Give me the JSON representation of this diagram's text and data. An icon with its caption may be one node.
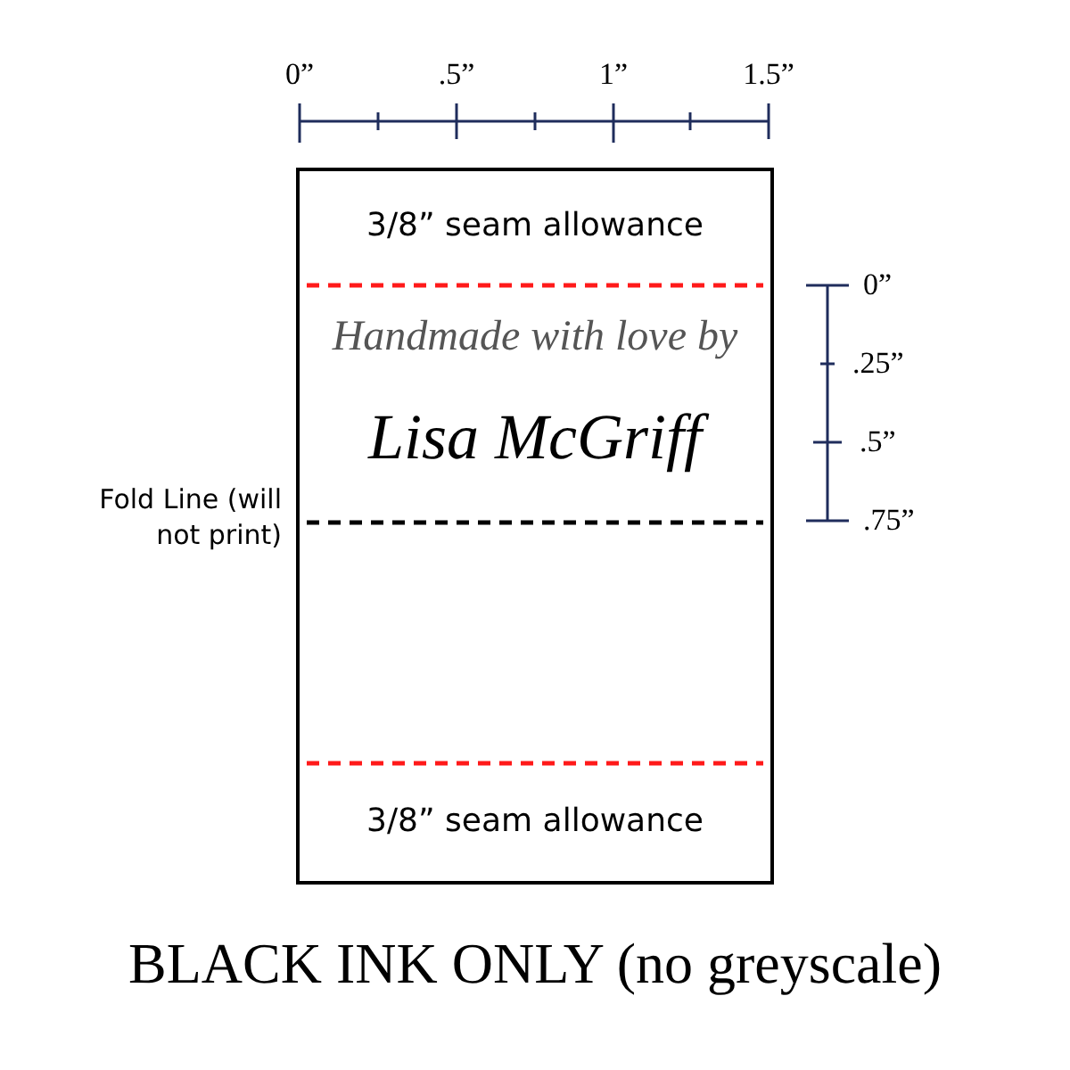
{
  "diagram": {
    "caption": "BLACK INK ONLY (no greyscale)",
    "nodes": [
      {
        "text": [
          "3/8” seam allowance",
          "Handmade with love by",
          "Lisa McGriff",
          "3/8” seam allowance"
        ]
      }
    ],
    "labels": [
      "0”",
      ".5”",
      "1”",
      "1.5”",
      "0”",
      ".25”",
      ".5”",
      ".75”",
      "Fold Line (will not print)"
    ]
  }
}
